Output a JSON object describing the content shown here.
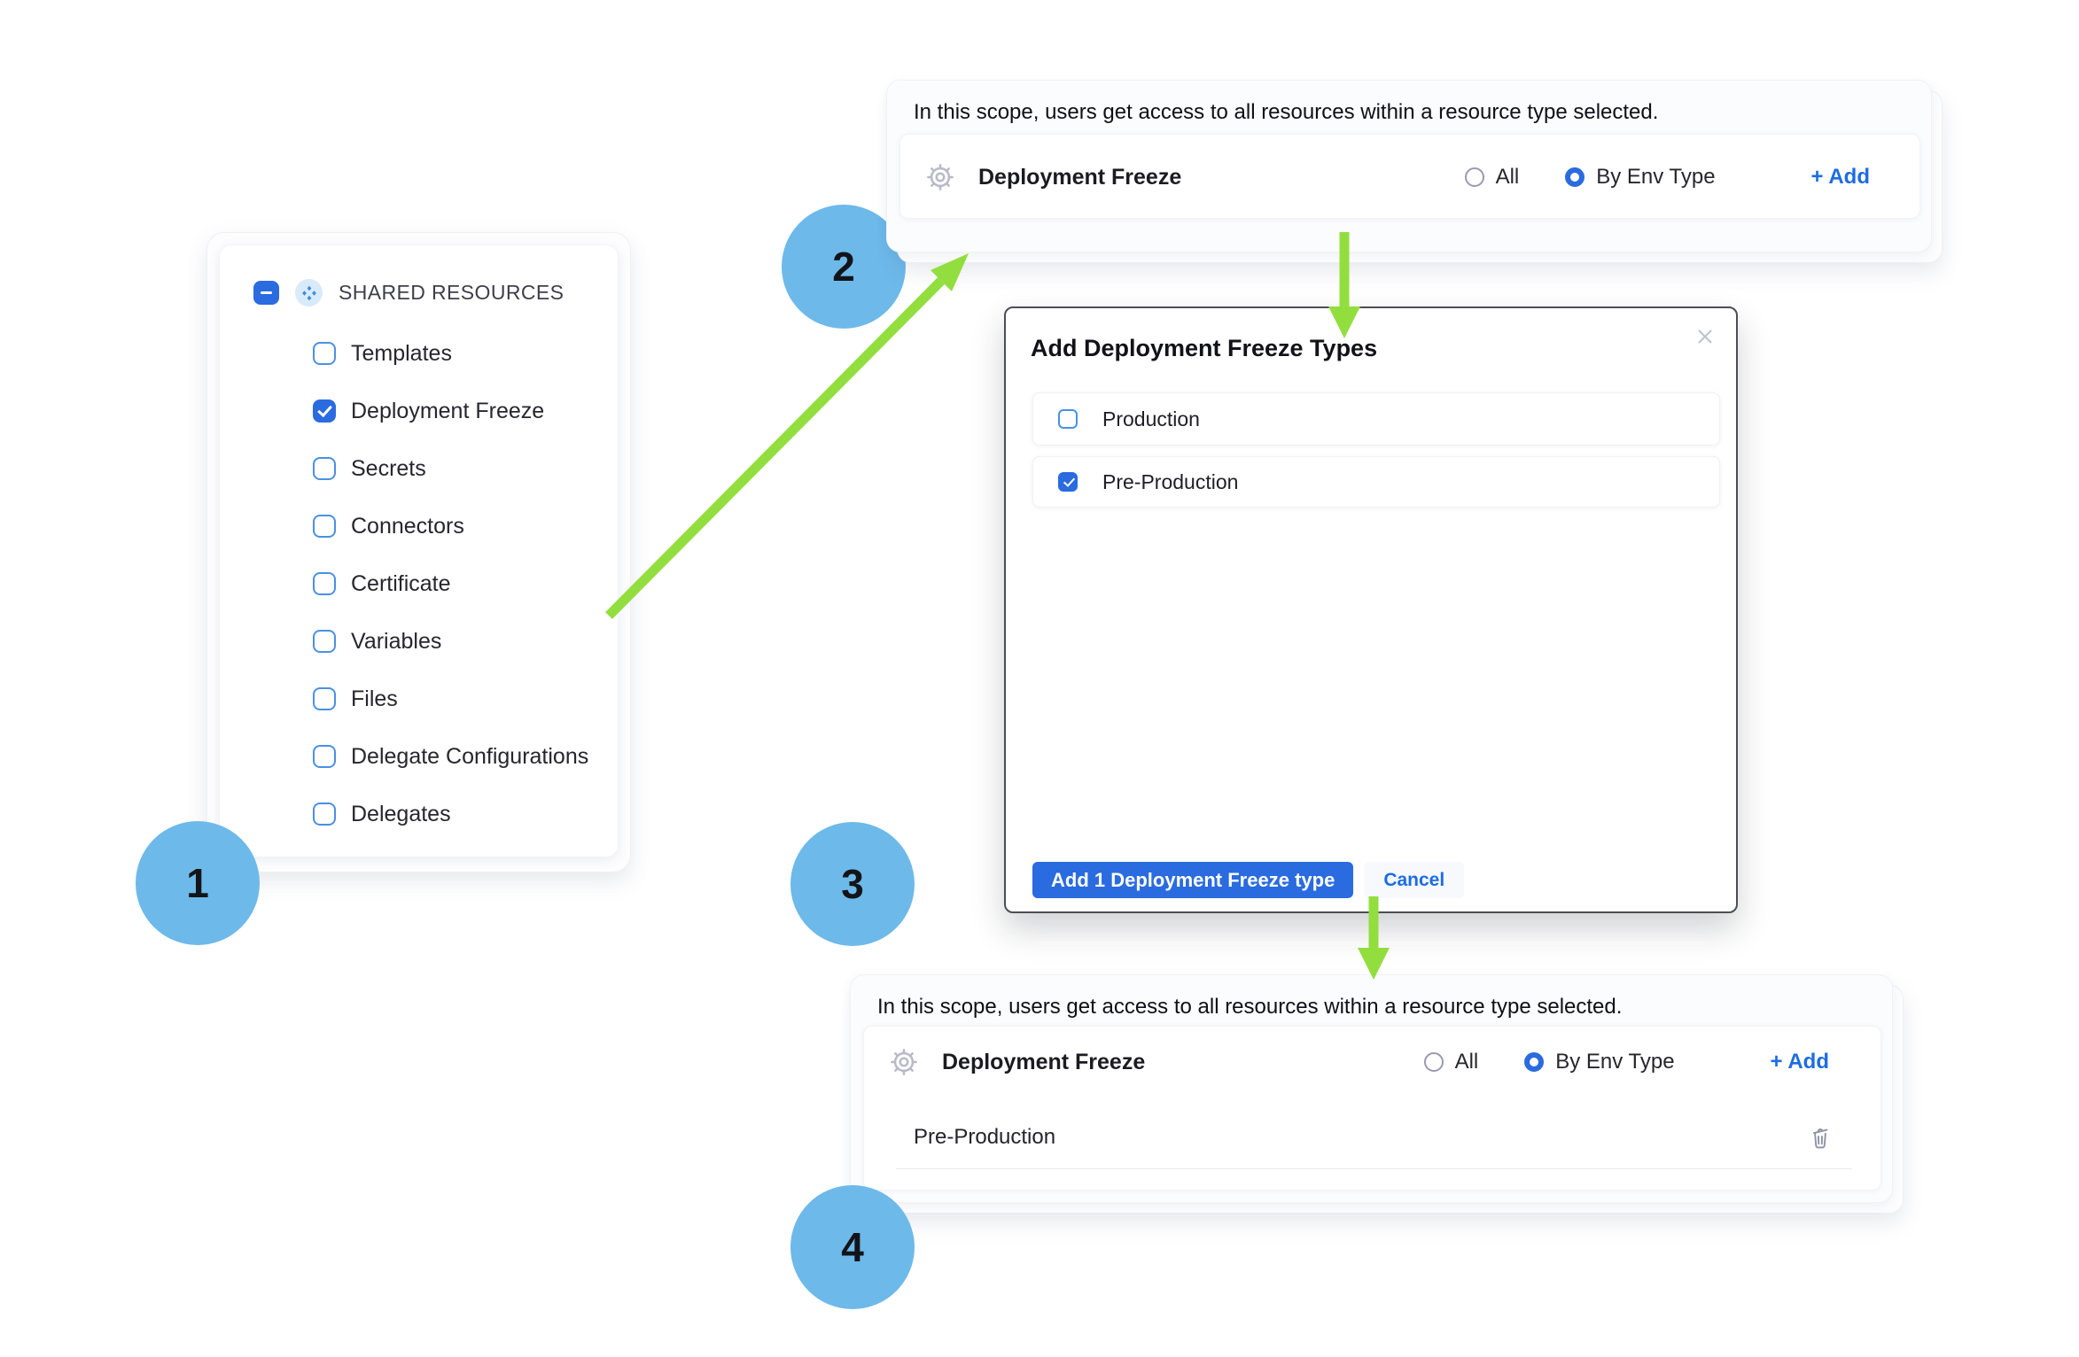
{
  "colors": {
    "accent_blue": "#2a6be0",
    "link_blue": "#1d6ce3",
    "badge_blue": "#6db9ea",
    "arrow_green": "#92de3f"
  },
  "badges": {
    "step_1": "1",
    "step_2": "2",
    "step_3": "3",
    "step_4": "4"
  },
  "shared_resources_panel": {
    "title": "SHARED RESOURCES",
    "items": [
      {
        "label": "Templates",
        "checked": false
      },
      {
        "label": "Deployment Freeze",
        "checked": true
      },
      {
        "label": "Secrets",
        "checked": false
      },
      {
        "label": "Connectors",
        "checked": false
      },
      {
        "label": "Certificate",
        "checked": false
      },
      {
        "label": "Variables",
        "checked": false
      },
      {
        "label": "Files",
        "checked": false
      },
      {
        "label": "Delegate Configurations",
        "checked": false
      },
      {
        "label": "Delegates",
        "checked": false
      }
    ]
  },
  "scope_panel_top": {
    "description": "In this scope, users get access to all resources within a resource type selected.",
    "resource_row": {
      "label": "Deployment Freeze",
      "option_all": {
        "label": "All",
        "selected": false
      },
      "option_by_env": {
        "label": "By Env Type",
        "selected": true
      },
      "add_label": "+ Add"
    }
  },
  "modal": {
    "title": "Add Deployment Freeze Types",
    "options": [
      {
        "label": "Production",
        "checked": false
      },
      {
        "label": "Pre-Production",
        "checked": true
      }
    ],
    "primary_button_label": "Add 1 Deployment Freeze type",
    "cancel_button_label": "Cancel"
  },
  "scope_panel_bottom": {
    "description": "In this scope, users get access to all resources within a resource type selected.",
    "resource_row": {
      "label": "Deployment Freeze",
      "option_all": {
        "label": "All",
        "selected": false
      },
      "option_by_env": {
        "label": "By Env Type",
        "selected": true
      },
      "add_label": "+ Add"
    },
    "selected_types": [
      {
        "label": "Pre-Production"
      }
    ]
  }
}
